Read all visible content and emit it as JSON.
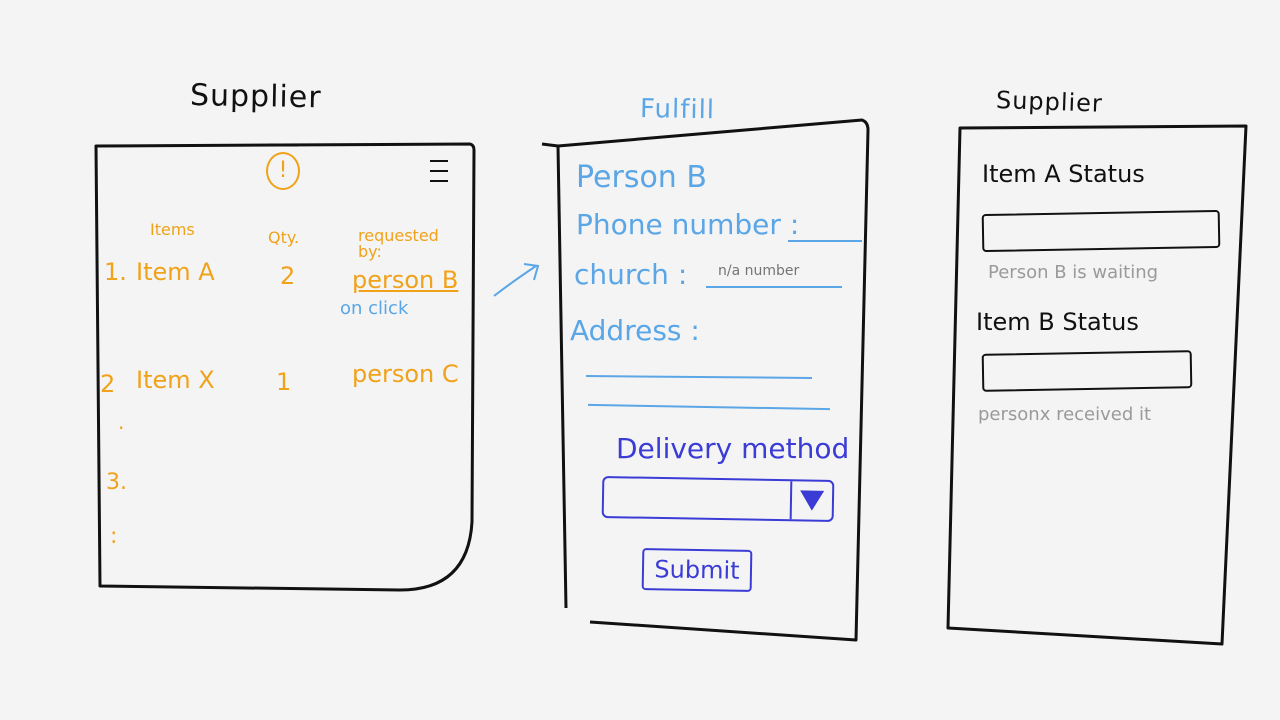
{
  "screens": {
    "supplier_list": {
      "title": "Supplier",
      "alert_icon": "alert-icon",
      "menu_icon": "menu-icon",
      "headers": {
        "items": "Items",
        "qty": "Qty.",
        "requested_by": "requested by:"
      },
      "rows": [
        {
          "num": "1.",
          "item": "Item A",
          "qty": "2",
          "requested_by": "person B",
          "note": "on click"
        },
        {
          "num": "2",
          "item": "Item X",
          "qty": "1",
          "requested_by": "person C",
          "note": ""
        }
      ],
      "more_rows": [
        ".",
        "3.",
        ":"
      ]
    },
    "fulfill_form": {
      "title": "Fulfill",
      "person": "Person B",
      "phone_label": "Phone number :",
      "church_label": "church :",
      "church_placeholder": "n/a number",
      "address_label": "Address :",
      "delivery_label": "Delivery method",
      "delivery_value": "",
      "submit_label": "Submit",
      "arrow_from": "on click"
    },
    "supplier_status": {
      "title": "Supplier",
      "items": [
        {
          "label": "Item A  Status",
          "status_text": "Person B is waiting"
        },
        {
          "label": "Item B  Status",
          "status_text": "personx  received it"
        }
      ]
    }
  },
  "colors": {
    "orange": "#f0a21a",
    "blue": "#5aa6e6",
    "indigo": "#3b3bd6",
    "ink": "#111111",
    "grey": "#9a9a9a"
  }
}
